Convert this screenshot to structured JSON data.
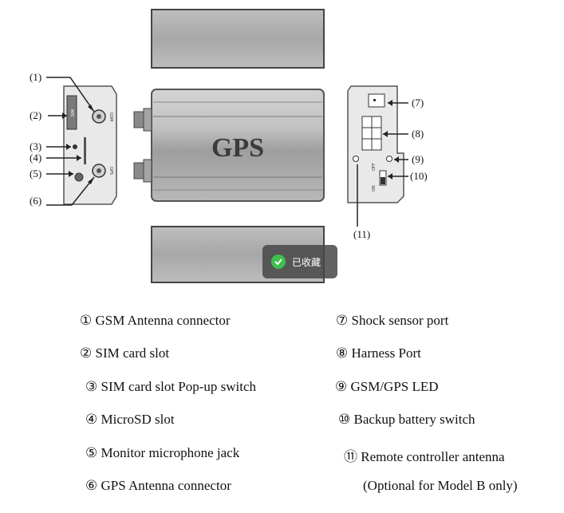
{
  "device": {
    "label": "GPS",
    "port_gsm": "GSM",
    "port_gps": "GPS",
    "sim_text": "SIM",
    "switch_on": "ON",
    "switch_off": "OFF"
  },
  "callouts": [
    "(1)",
    "(2)",
    "(3)",
    "(4)",
    "(5)",
    "(6)",
    "(7)",
    "(8)",
    "(9)",
    "(10)",
    "(11)"
  ],
  "toast": {
    "text": "已收藏",
    "icon": "check-icon"
  },
  "legend": {
    "left": [
      "① GSM Antenna connector",
      "② SIM card slot",
      "③ SIM card slot Pop-up switch",
      "④ MicroSD slot",
      "⑤ Monitor microphone jack",
      "⑥ GPS Antenna connector"
    ],
    "right": [
      "⑦ Shock sensor port",
      "⑧ Harness Port",
      "⑨ GSM/GPS LED",
      "⑩ Backup battery switch",
      "⑪ Remote controller antenna",
      "(Optional for Model B only)"
    ]
  }
}
